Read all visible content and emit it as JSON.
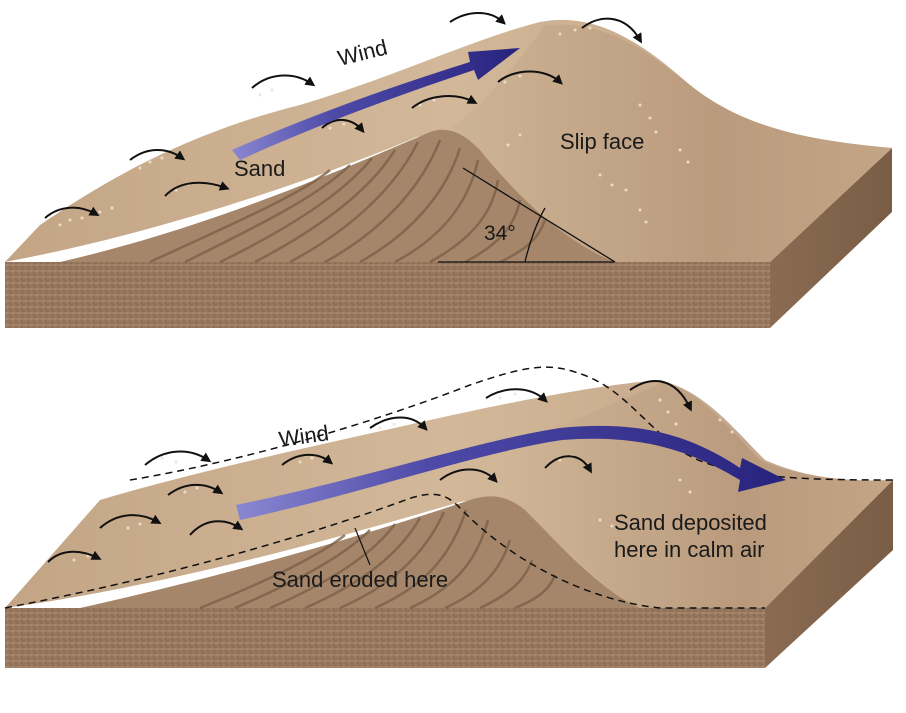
{
  "top_panel": {
    "wind_label": "Wind",
    "sand_label": "Sand",
    "slip_face_label": "Slip face",
    "angle_label": "34°"
  },
  "bottom_panel": {
    "wind_label": "Wind",
    "eroded_label": "Sand eroded here",
    "deposited_label_line1": "Sand deposited",
    "deposited_label_line2": "here in calm air"
  },
  "colors": {
    "sand_surface": "#c9ad8e",
    "sand_shadow": "#a8876a",
    "block_side": "#9a7a5e",
    "wind_arrow": "#2e2a8a",
    "wind_arrow_light": "#7b78c8",
    "small_arrow": "#111111",
    "grain_dots": "#e9d9c4"
  }
}
